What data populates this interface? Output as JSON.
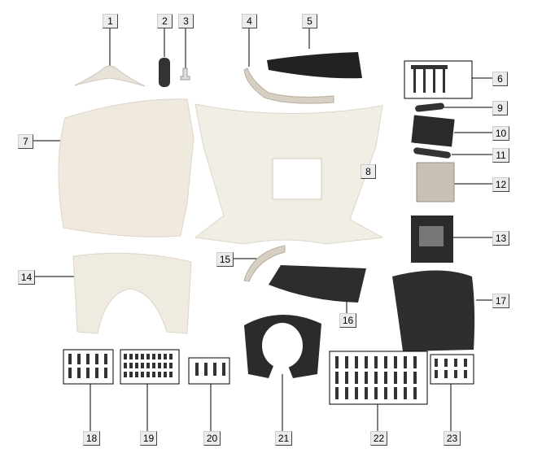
{
  "diagram": {
    "title": "Body cover parts exploded view",
    "callouts": [
      "1",
      "2",
      "3",
      "4",
      "5",
      "6",
      "7",
      "8",
      "9",
      "10",
      "11",
      "12",
      "13",
      "14",
      "15",
      "16",
      "17",
      "18",
      "19",
      "20",
      "21",
      "22",
      "23"
    ]
  }
}
